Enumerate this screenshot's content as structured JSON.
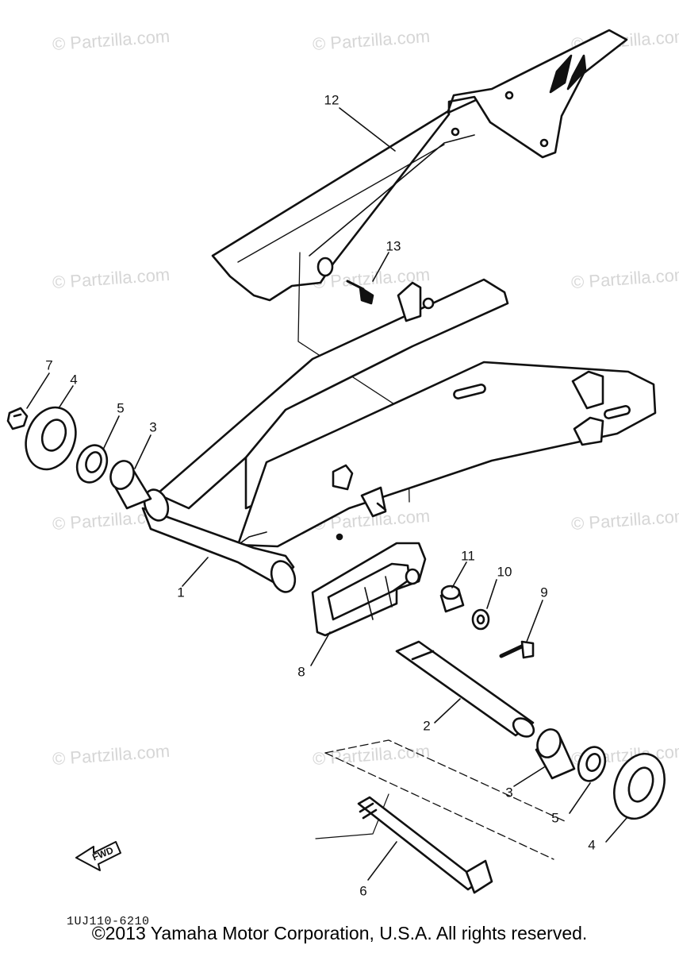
{
  "watermark": "© Partzilla.com",
  "diagram_code": "1UJ110-6210",
  "copyright": "©2013 Yamaha Motor Corporation, U.S.A. All rights reserved.",
  "fwd_label": "FWD",
  "callouts": {
    "c1": "1",
    "c2": "2",
    "c3a": "3",
    "c3b": "3",
    "c4a": "4",
    "c4b": "4",
    "c5a": "5",
    "c5b": "5",
    "c6": "6",
    "c7": "7",
    "c8": "8",
    "c9": "9",
    "c10": "10",
    "c11": "11",
    "c12": "12",
    "c13": "13"
  }
}
